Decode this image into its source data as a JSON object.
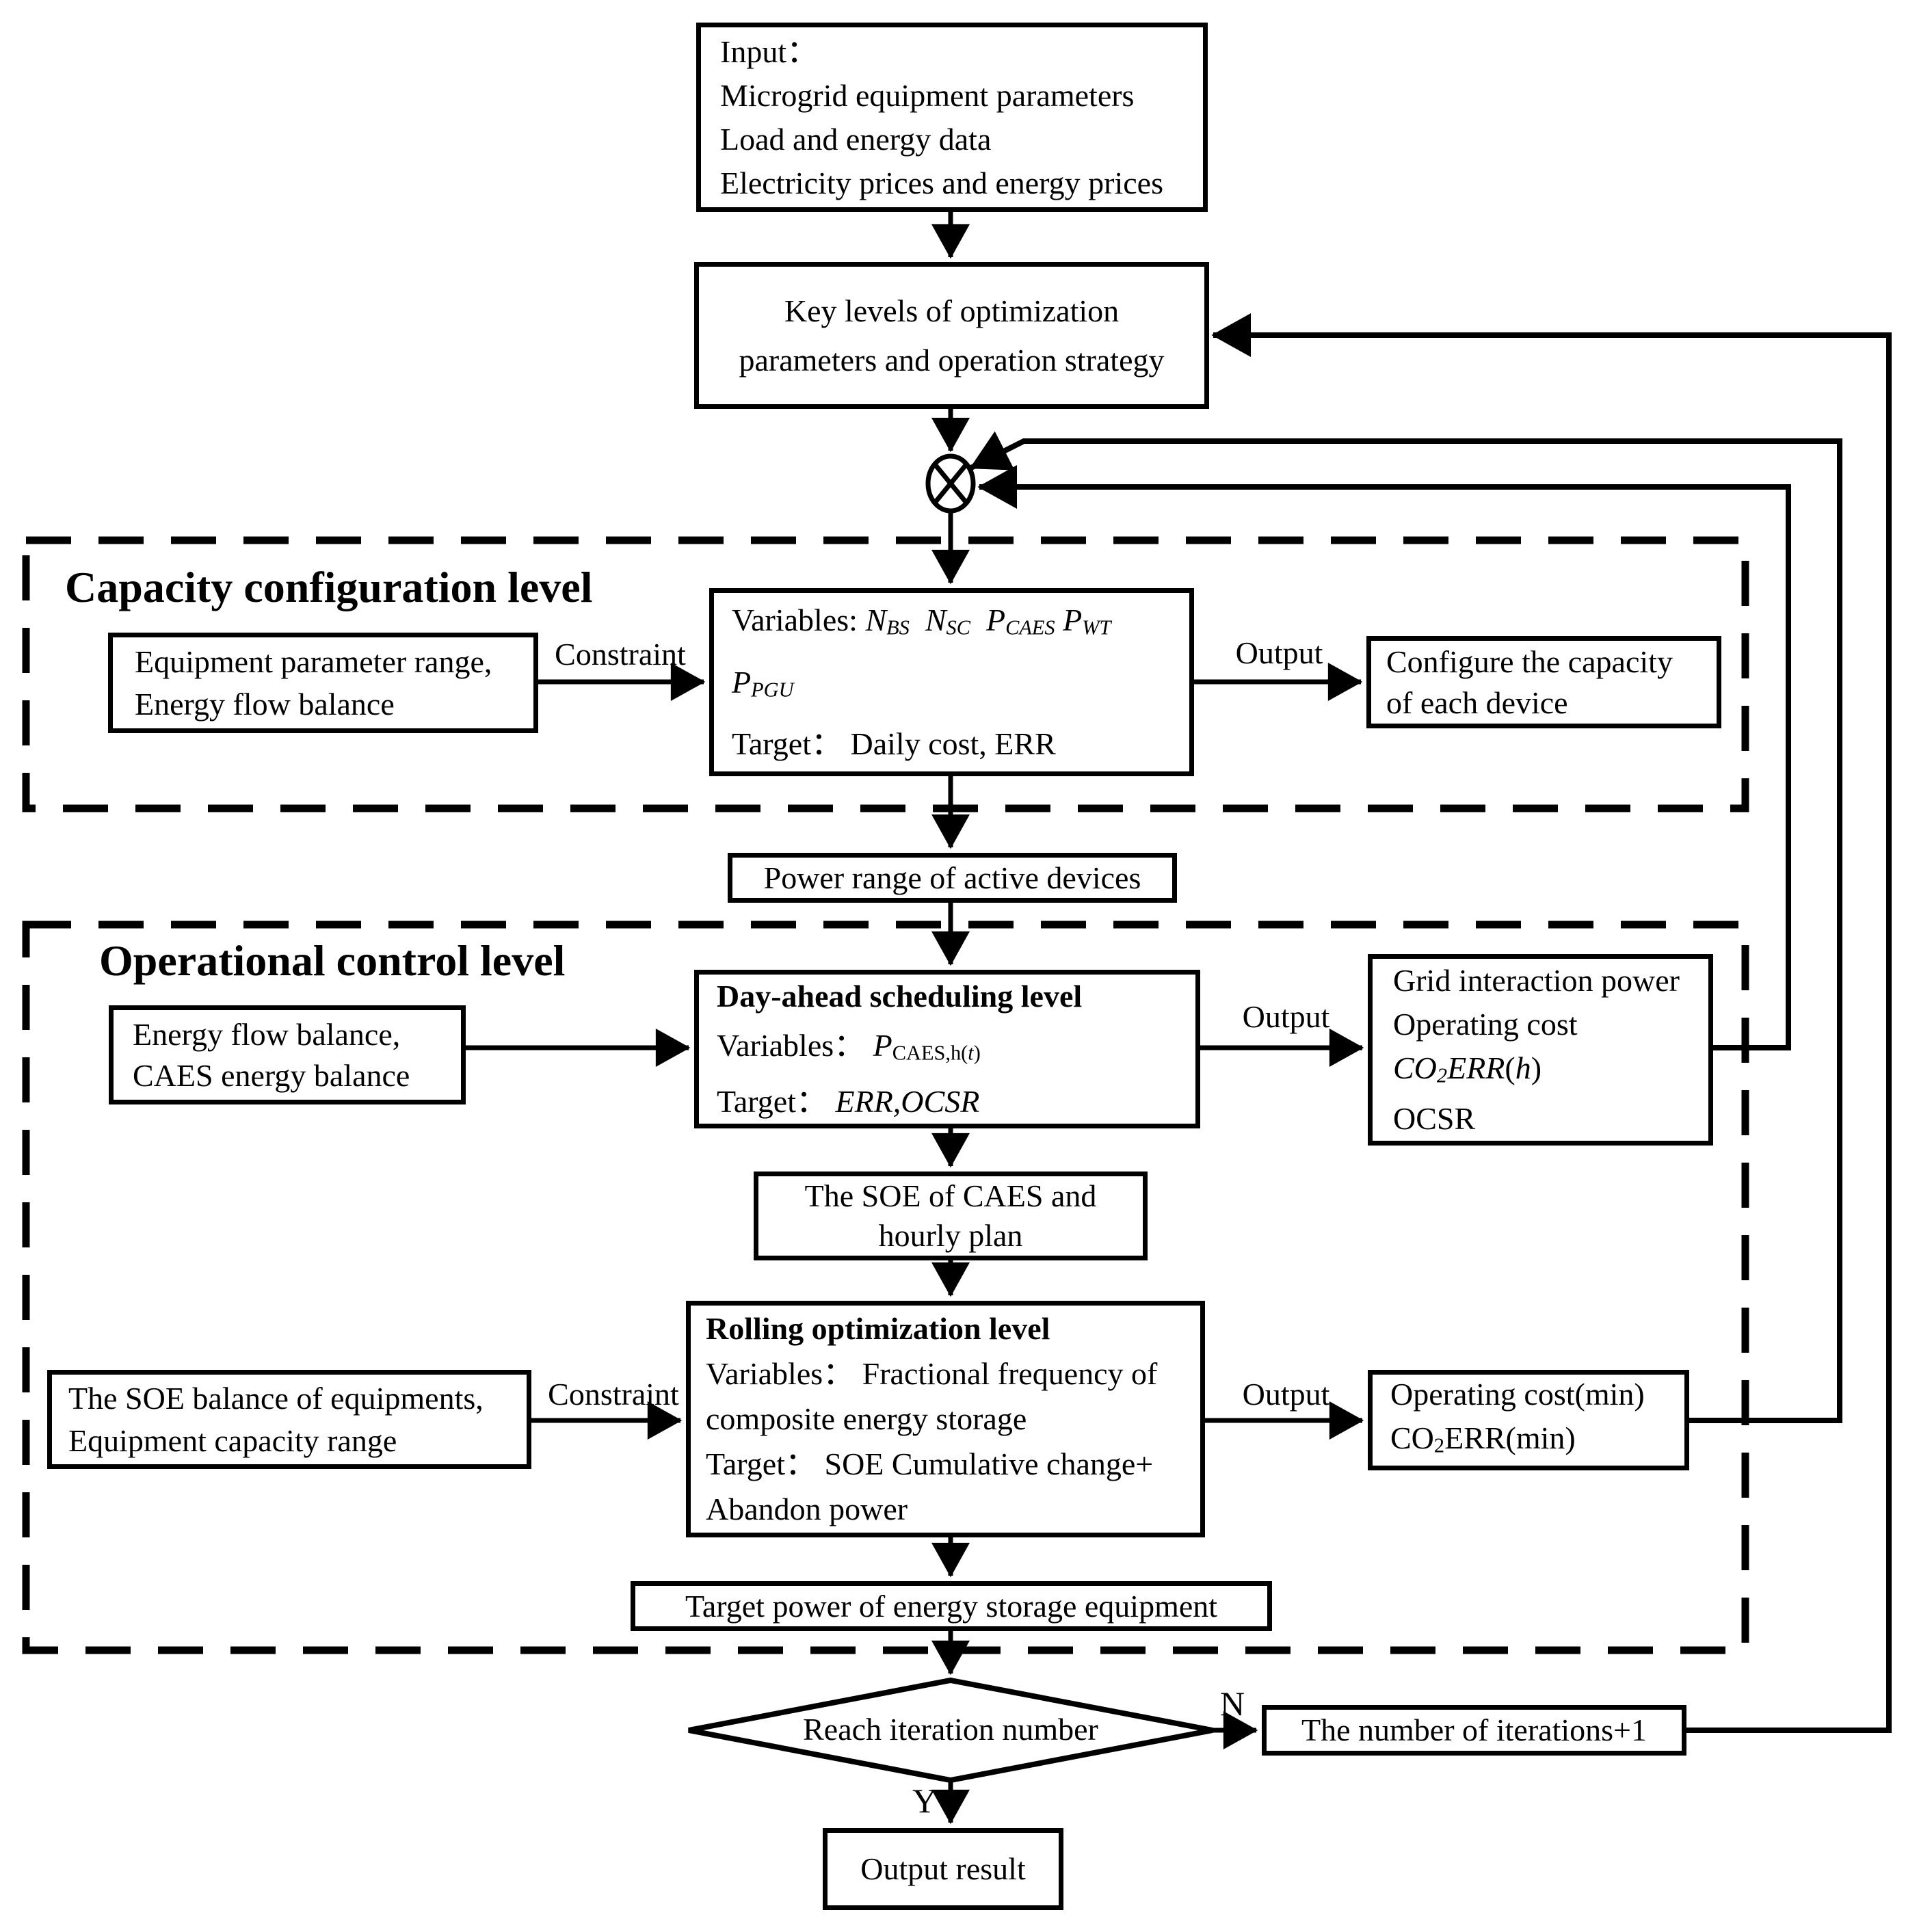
{
  "diagram": {
    "labels": {
      "capacity_level": "Capacity configuration level",
      "operational_level": "Operational control level",
      "constraint_capacity": "Constraint",
      "output_capacity": "Output",
      "output_dayahead": "Output",
      "constraint_rolling": "Constraint",
      "output_rolling": "Output",
      "decision_no": "N",
      "decision_yes": "Y"
    },
    "nodes": {
      "input": {
        "lines": [
          "Input：",
          "Microgrid equipment parameters",
          "Load and energy data",
          "Electricity prices and energy prices"
        ]
      },
      "key_levels": {
        "lines": [
          "Key levels of optimization",
          "parameters and operation strategy"
        ]
      },
      "equipment_range": {
        "lines": [
          "Equipment parameter range,",
          "Energy flow balance"
        ]
      },
      "capacity_vars": {
        "lines": [
          [
            {
              "t": "Variables: "
            },
            {
              "t": "N",
              "i": true
            },
            {
              "t": "BS",
              "i": true,
              "sub": true
            },
            {
              "t": "  "
            },
            {
              "t": "N",
              "i": true
            },
            {
              "t": "SC",
              "i": true,
              "sub": true
            },
            {
              "t": "  "
            },
            {
              "t": "P",
              "i": true
            },
            {
              "t": "CAES",
              "i": true,
              "sub": true
            },
            {
              "t": " "
            },
            {
              "t": "P",
              "i": true
            },
            {
              "t": "WT",
              "i": true,
              "sub": true
            }
          ],
          [
            {
              "t": "P",
              "i": true
            },
            {
              "t": "PGU",
              "i": true,
              "sub": true
            }
          ],
          [
            {
              "t": "Target： "
            },
            {
              "t": "Daily cost, ERR"
            }
          ]
        ]
      },
      "configure": {
        "lines": [
          "Configure the capacity",
          "of each device"
        ]
      },
      "power_range": {
        "lines": [
          "Power range of active devices"
        ]
      },
      "energy_flow": {
        "lines": [
          "Energy flow balance,",
          "CAES energy balance"
        ]
      },
      "day_ahead": {
        "lines": [
          [
            {
              "t": "Day-ahead scheduling level",
              "b": true
            }
          ],
          [
            {
              "t": "Variables： "
            },
            {
              "t": "P",
              "i": true
            },
            {
              "t": "CAES,h(",
              "sub": true
            },
            {
              "t": "t",
              "sub": true,
              "i": true
            },
            {
              "t": ")",
              "sub": true
            }
          ],
          [
            {
              "t": "Target： "
            },
            {
              "t": "ERR,OCSR",
              "i": true
            }
          ]
        ]
      },
      "grid_output": {
        "lines": [
          "Grid interaction power",
          "Operating cost",
          [
            {
              "t": "CO",
              "i": true
            },
            {
              "t": "2",
              "sub": true,
              "i": true
            },
            {
              "t": "ERR",
              "i": true
            },
            {
              "t": "("
            },
            {
              "t": "h",
              "i": true
            },
            {
              "t": ")"
            }
          ],
          "OCSR"
        ]
      },
      "soe_caes": {
        "lines": [
          "The SOE of CAES and",
          "hourly plan"
        ]
      },
      "rolling": {
        "lines": [
          [
            {
              "t": "Rolling optimization level",
              "b": true
            }
          ],
          [
            {
              "t": "Variables： Fractional frequency of"
            }
          ],
          [
            {
              "t": "composite energy storage"
            }
          ],
          [
            {
              "t": "Target： SOE Cumulative change+"
            }
          ],
          [
            {
              "t": "Abandon power"
            }
          ]
        ]
      },
      "soe_balance": {
        "lines": [
          "The SOE balance of equipments,",
          "Equipment capacity range"
        ]
      },
      "op_cost": {
        "lines": [
          "Operating cost(min)",
          [
            {
              "t": "CO"
            },
            {
              "t": "2",
              "sub": true
            },
            {
              "t": "ERR(min)"
            }
          ]
        ]
      },
      "target_power": {
        "lines": [
          "Target power of energy storage equipment"
        ]
      },
      "decision": {
        "label": "Reach iteration number"
      },
      "iterations": {
        "lines": [
          "The number of iterations+1"
        ]
      },
      "output_result": {
        "lines": [
          "Output result"
        ]
      }
    }
  }
}
